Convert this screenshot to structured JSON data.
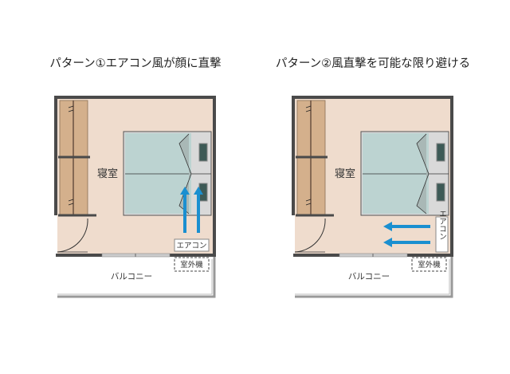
{
  "patterns": [
    {
      "title": "パターン①エアコン風が顔に直撃",
      "room_label": "寝室",
      "ac_label": "エアコン",
      "outdoor_unit_label": "室外機",
      "balcony_label": "バルコニー",
      "ac_orientation": "horizontal",
      "airflow_direction": "up"
    },
    {
      "title": "パターン②風直撃を可能な限り避ける",
      "room_label": "寝室",
      "ac_label": "エアコン",
      "outdoor_unit_label": "室外機",
      "balcony_label": "バルコニー",
      "ac_orientation": "vertical",
      "airflow_direction": "left"
    }
  ],
  "colors": {
    "floor": "#efdccd",
    "wall": "#4a4a4a",
    "closet": "#d4b08c",
    "bed": "#bcd3d1",
    "pillow": "#3d5a56",
    "airflow": "#1a8fd0"
  }
}
